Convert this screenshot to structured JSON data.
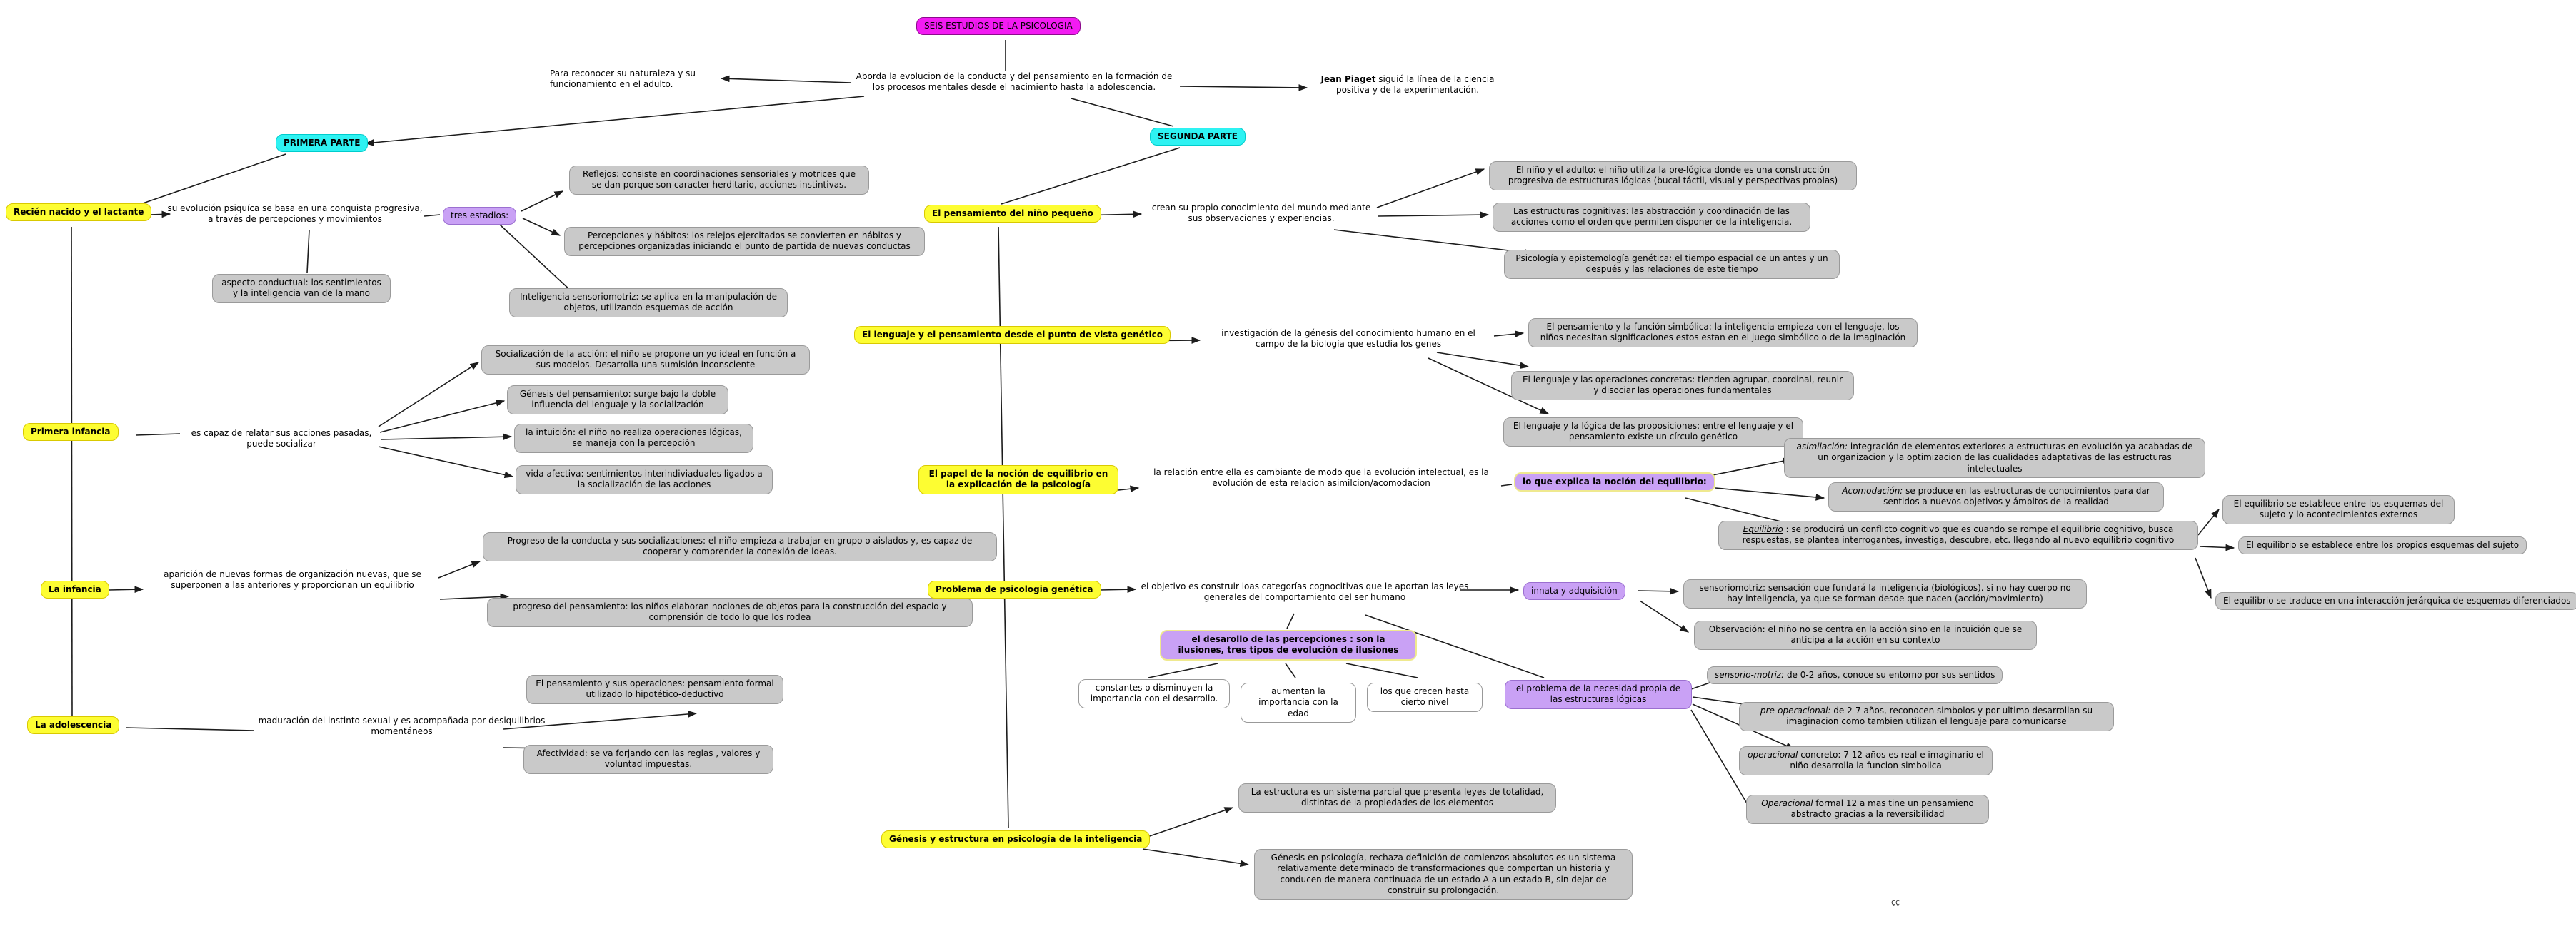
{
  "colors": {
    "title_fill": "#f21bf2",
    "part_fill": "#2ef2f2",
    "topic_fill": "#fdfd32",
    "purple_fill": "#c9a1f5",
    "concept_fill": "#c9c9c9",
    "line": "#1c1c1c"
  },
  "nodes": {
    "title": {
      "text": "SEIS ESTUDIOS DE LA PSICOLOGIA"
    },
    "para_reconocer": {
      "text": "Para reconocer su naturaleza y su funcionamiento en el adulto."
    },
    "aborda": {
      "text": "Aborda la evolucion de la conducta y del pensamiento en la formación de los procesos mentales desde el nacimiento hasta la adolescencia."
    },
    "jean": {
      "prefix": "Jean Piaget",
      "rest": " siguió la línea de la ciencia positiva y de la experimentación."
    },
    "primera_parte": {
      "text": "PRIMERA PARTE"
    },
    "segunda_parte": {
      "text": "SEGUNDA PARTE"
    },
    "recien": {
      "text": "Recién nacido y el lactante"
    },
    "su_evolucion": {
      "text": "su evolución psiquíca se basa en una conquista progresiva, a través de percepciones y movimientos"
    },
    "tres_estadios": {
      "text": "tres estadios:"
    },
    "aspecto": {
      "text": "aspecto conductual: los sentimientos y la inteligencia van de la mano"
    },
    "reflejos": {
      "text": "Reflejos: consiste en coordinaciones sensoriales y motrices que se dan porque son caracter herditario, acciones instintivas."
    },
    "percepciones": {
      "text": "Percepciones y hábitos: los relejos ejercitados se convierten en hábitos y percepciones organizadas iniciando el punto de partida de nuevas conductas"
    },
    "inteligencia": {
      "text": "Inteligencia sensoriomotriz: se aplica en la manipulación de objetos, utilizando esquemas de acción"
    },
    "primera_infancia": {
      "text": "Primera infancia"
    },
    "es_capaz": {
      "text": "es capaz de relatar sus acciones pasadas, puede socializar"
    },
    "socializacion": {
      "text": "Socialización de la acción: el niño se propone un yo ideal en función a sus modelos. Desarrolla una sumisión inconsciente"
    },
    "genesis_pens": {
      "text": "Génesis del pensamiento: surge bajo la doble influencia del lenguaje y la socialización"
    },
    "intuicion": {
      "text": "la intuición: el niño no realiza operaciones lógicas, se maneja con la percepción"
    },
    "vida_afectiva": {
      "text": "vida afectiva: sentimientos interindiviaduales ligados a la socialización de las acciones"
    },
    "la_infancia": {
      "text": "La infancia"
    },
    "aparicion": {
      "text": "aparición de nuevas formas de organización nuevas, que se superponen a las anteriores y proporcionan un equilibrio"
    },
    "prog_conducta": {
      "text": "Progreso de la conducta y sus socializaciones: el niño empieza a trabajar en grupo o aislados y, es capaz de cooperar y comprender la conexión de ideas."
    },
    "prog_pensamiento": {
      "text": "progreso del pensamiento: los niños elaboran nociones de objetos para la construcción del espacio y comprensión de todo lo que los rodea"
    },
    "la_adolescencia": {
      "text": "La adolescencia"
    },
    "maduracion": {
      "text": "maduración del instinto sexual y es acompañada por desiquilibrios momentáneos"
    },
    "pens_oper": {
      "text": "El pensamiento y sus operaciones: pensamiento formal utilizado lo hipotético-deductivo"
    },
    "afectividad": {
      "text": "Afectividad: se va forjando con las reglas , valores y voluntad impuestas."
    },
    "pens_nino": {
      "text": "El pensamiento del niño pequeño"
    },
    "crean": {
      "text": "crean su propio conocimiento del mundo mediante sus observaciones y experiencias."
    },
    "nino_adulto": {
      "text": "El niño y el adulto: el niño utiliza la pre-lógica donde es una construcción progresiva de estructuras lógicas (bucal táctil, visual y perspectivas propias)"
    },
    "estr_cognitivas": {
      "text": "Las estructuras cognitivas: las abstracción y coordinación de las acciones como el orden que permiten disponer de la inteligencia."
    },
    "psic_epist": {
      "text": "Psicología y epistemología genética: el tiempo espacial de un antes y un después y las relaciones de este tiempo"
    },
    "leng_pens": {
      "text": "El lenguaje y el pensamiento desde el punto de vista genético"
    },
    "investigacion": {
      "text": "investigación de la génesis del conocimiento humano en el campo de la biología que estudia los genes"
    },
    "pens_funcion": {
      "text": "El pensamiento y la función simbólica: la inteligencia empieza con el lenguaje, los niños necesitan significaciones estos estan en el juego simbólico o de la imaginación"
    },
    "leng_oper": {
      "text": "El lenguaje y las operaciones concretas: tienden agrupar, coordinal, reunir y disociar las operaciones fundamentales"
    },
    "leng_logica": {
      "text": "El lenguaje y la lógica de las proposiciones: entre el lenguaje y el pensamiento existe un círculo genético"
    },
    "papel": {
      "text": "El papel de la noción de equilibrio en la explicación de la psicología"
    },
    "relacion": {
      "text": "la relación entre ella es cambiante de modo que la evolución intelectual, es la evolución de esta relacion asimilcion/acomodacion"
    },
    "lo_que_explica": {
      "text": "lo que explica la noción del equilibrio:"
    },
    "asimilacion": {
      "prefix": "asimilación:",
      "rest": "  integración de elementos exteriores a estructuras en evolución ya acabadas de un organizacion y la optimizacion de las cualidades adaptativas de las estructuras intelectuales"
    },
    "acomodacion": {
      "prefix": "Acomodación:",
      "rest": "  se produce en las estructuras de conocimientos para dar sentidos a nuevos objetivos y ámbitos de la realidad"
    },
    "equilibrio": {
      "prefix": "Equilibrio",
      "rest": " : se producirá un conflicto cognitivo que es cuando se rompe el equilibrio cognitivo, busca respuestas, se plantea interrogantes, investiga, descubre, etc. llegando al nuevo equilibrio cognitivo"
    },
    "eq1": {
      "text": "El equilibrio se establece entre los esquemas del sujeto y lo acontecimientos externos"
    },
    "eq2": {
      "text": "El equilibrio se establece entre los propios esquemas del sujeto"
    },
    "eq3": {
      "text": "El equilibrio se traduce en una interacción jerárquica de esquemas diferenciados"
    },
    "problema_psic": {
      "text": "Problema de psicologia genética"
    },
    "objetivo": {
      "text": "el objetivo es construir loas categorías cognocitivas que le aportan las leyes generales del comportamiento del ser humano"
    },
    "innata": {
      "text": "innata y adquisición"
    },
    "sensorio_g": {
      "text": "sensoriomotriz: sensación que fundará la inteligencia (biológicos). si no hay cuerpo no hay inteligencia, ya que se forman desde que nacen (acción/movimiento)"
    },
    "observacion": {
      "text": "Observación: el niño no se centra en la acción sino en la intuición que se anticipa a la acción en su contexto"
    },
    "desarrollo": {
      "text": "el desarollo de las percepciones : son la ilusiones, tres tipos de evolución de ilusiones"
    },
    "constantes": {
      "text": "constantes o disminuyen la importancia con el desarrollo."
    },
    "aumentan": {
      "text": "aumentan la importancia con la edad"
    },
    "crecen": {
      "text": "los que crecen hasta cierto nivel"
    },
    "problema_nec": {
      "text": "el problema de la necesidad propia de las estructuras lógicas"
    },
    "sens02": {
      "prefix": "sensorio-motriz:",
      "rest": "  de 0-2 años, conoce su entorno por sus sentidos"
    },
    "preoper": {
      "prefix": "pre-operacional:",
      "rest": "  de 2-7 años, reconocen simbolos y por ultimo desarrollan su imaginacion como tambien utilizan el lenguaje para comunicarse"
    },
    "oper_concreto": {
      "prefix": "operacional",
      "rest": " concreto: 7 12 años es real e imaginario el niño desarrolla la funcion simbolica"
    },
    "oper_formal": {
      "prefix": "Operacional",
      "rest": " formal 12 a mas tine un pensamieno abstracto gracias a la reversibilidad"
    },
    "genesis_estr": {
      "text": "Génesis y estructura en psicología de la inteligencia"
    },
    "la_estructura": {
      "text": "La estructura es un sistema parcial que presenta leyes de totalidad, distintas de la propiedades de los elementos"
    },
    "genesis_psic": {
      "text": "Génesis en psicología, rechaza definición de comienzos absolutos es un sistema relativamente determinado de transformaciones que comportan un historia y conducen de manera continuada de un estado A a un estado B, sin dejar de construir su prolongación."
    },
    "footer_mark": {
      "text": "çç"
    }
  }
}
